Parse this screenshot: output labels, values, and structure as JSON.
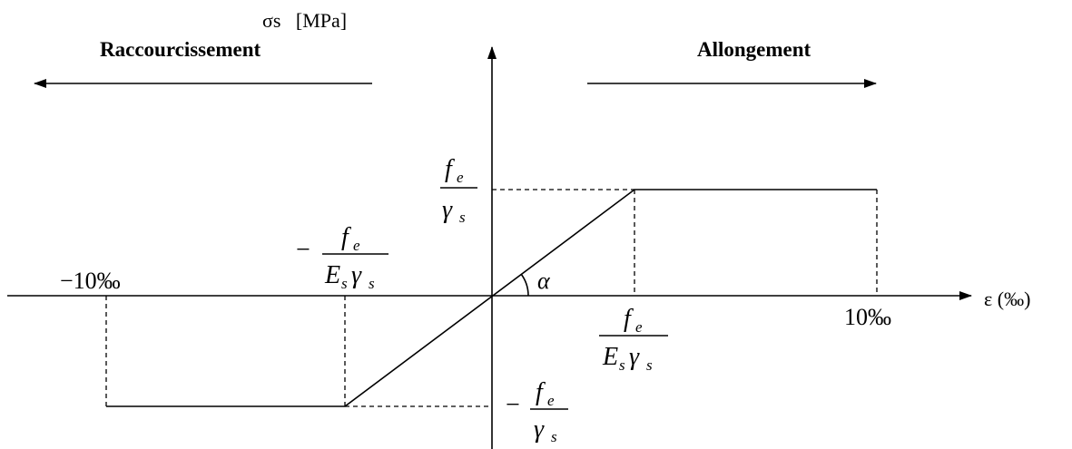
{
  "labels": {
    "y_axis": "σs   [MPa]",
    "x_axis": "ε (‰)",
    "left_direction": "Raccourcissement",
    "right_direction": "Allongement",
    "alpha": "α",
    "neg_limit": "−10‰",
    "pos_limit": "10‰"
  },
  "fractions": {
    "fe": "f",
    "fe_sub": "e",
    "gamma": "γ",
    "gamma_sub": "s",
    "es": "E",
    "es_sub": "s",
    "minus": "−"
  },
  "colors": {
    "line": "#000000",
    "background": "#ffffff"
  }
}
